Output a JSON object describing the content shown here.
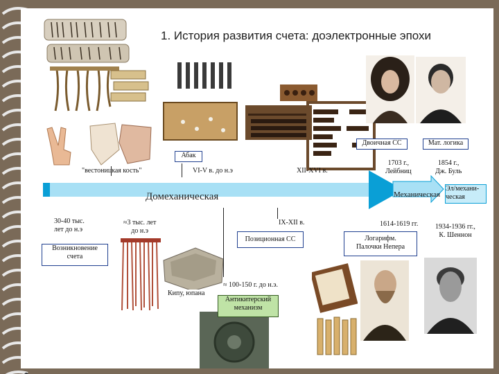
{
  "slide": {
    "title": "1. История развития счета: доэлектронные эпохи",
    "timeline_label": "Домеханическая",
    "mechanical_label": "Механическая",
    "electromechanical_label": "Эл/механи-\nческая"
  },
  "labels": {
    "bone": "\"вестоницкая кость\"",
    "abacus": "Абак",
    "abacus_date": "VI-V в. до н.э",
    "abacus_xii": "XII-XVI в.",
    "binary": "Двоичная СС",
    "mathlogic": "Мат. логика",
    "leibniz": "1703 г.,\nЛейбниц",
    "boole": "1854 г.,\nДж. Буль",
    "ago_30_40": "30-40 тыс.\nлет до н.э",
    "ago_3": "≈3 тыс. лет\nдо н.э",
    "origin": "Возникновение\nсчета",
    "ix_xii": "IX-XII в.",
    "positional": "Позиционная СС",
    "year_1614": "1614-1619 гг.",
    "napier": "Логарифм.\nПалочки Непера",
    "shannon": "1934-1936 гг.,\nК. Шеннон",
    "antikythera_date": "≈ 100-150 г. до н.э.",
    "kipu": "Кипу, юпана",
    "antikythera": "Антикитерский\nмеханизм"
  },
  "colors": {
    "arrow": "#0a9fd6",
    "arrow_label_bg": "#a8e0f5",
    "box_border": "#1f3f8f",
    "green_box": "#bfe3a6"
  },
  "icons": [
    "spiral-binding-icon",
    "hand-peace-icon"
  ]
}
